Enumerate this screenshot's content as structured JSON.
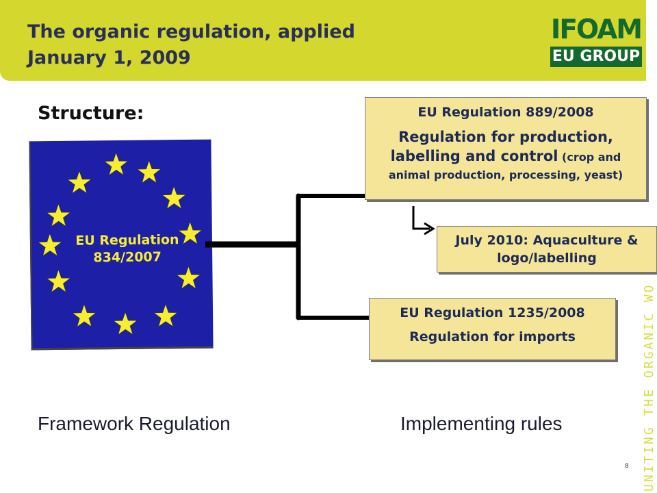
{
  "slide": {
    "title_line1": "The organic regulation, applied",
    "title_line2": "January 1, 2009",
    "logo": {
      "top": "IFOAM",
      "bottom": "EU GROUP"
    },
    "heading": "Structure:",
    "flag": {
      "line1": "EU Regulation",
      "line2": "834/2007",
      "color": "#1d1fa6",
      "star_color": "#f7ee32"
    },
    "boxes": {
      "reg_889": {
        "title": "EU Regulation 889/2008",
        "body_line1": "Regulation for production,",
        "body_line2_main": "labelling and control",
        "body_line2_small": " (crop and",
        "body_line3": "animal production, processing, yeast)"
      },
      "aquaculture": {
        "line1": "July 2010: Aquaculture &",
        "line2": "logo/labelling"
      },
      "reg_1235": {
        "title": "EU Regulation 1235/2008",
        "body": "Regulation for imports"
      }
    },
    "captions": {
      "left": "Framework Regulation",
      "right": "Implementing rules"
    },
    "tagline": "UNITING THE ORGANIC WO",
    "page_number": "8",
    "colors": {
      "banner": "#d4d82e",
      "box_fill": "#f4e599",
      "logo_green": "#14692f"
    }
  }
}
